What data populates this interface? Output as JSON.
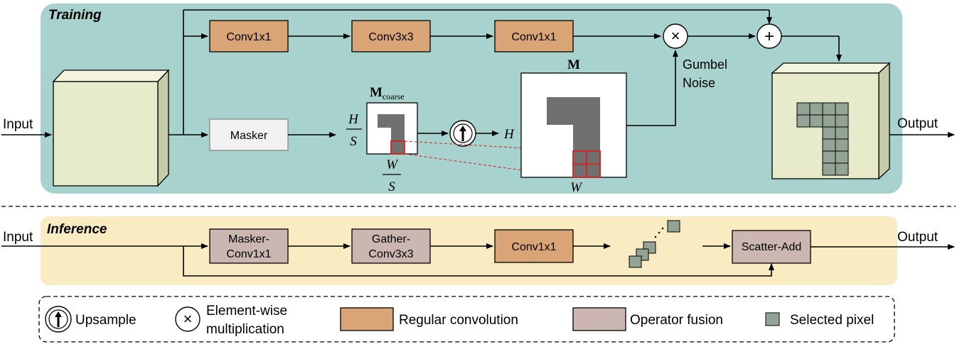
{
  "training": {
    "section_label": "Training",
    "input_label": "Input",
    "output_label": "Output",
    "conv1_label": "Conv1x1",
    "conv2_label": "Conv3x3",
    "conv3_label": "Conv1x1",
    "masker_label": "Masker",
    "gumbel_line1": "Gumbel",
    "gumbel_line2": "Noise",
    "m_label": "M",
    "m_coarse_main": "M",
    "m_coarse_sub": "coarse",
    "h_over_s_num": "H",
    "h_over_s_den": "S",
    "w_over_s_num": "W",
    "w_over_s_den": "S",
    "h_label": "H",
    "w_label": "W",
    "plus_symbol": "+",
    "times_symbol": "×"
  },
  "inference": {
    "section_label": "Inference",
    "input_label": "Input",
    "output_label": "Output",
    "masker_conv_line1": "Masker-",
    "masker_conv_line2": "Conv1x1",
    "gather_conv_line1": "Gather-",
    "gather_conv_line2": "Conv3x3",
    "conv_label": "Conv1x1",
    "scatter_add_label": "Scatter-Add"
  },
  "legend": {
    "upsample": "Upsample",
    "elementwise_line1": "Element-wise",
    "elementwise_line2": "multiplication",
    "regular_conv": "Regular convolution",
    "operator_fusion": "Operator fusion",
    "selected_pixel": "Selected pixel"
  },
  "colors": {
    "training_bg": "#a8d2cd",
    "inference_bg": "#faecc2",
    "regular_conv": "#d9a476",
    "operator_fusion": "#cbb6b1",
    "masker_fill": "#f2f2f2",
    "cube_front": "#e8ebcb",
    "cube_side": "#c6cbaa",
    "cube_top": "#f3f5de",
    "selected_pixel": "#93a395",
    "mask_gray": "#707070",
    "highlight_red": "#d62020"
  }
}
